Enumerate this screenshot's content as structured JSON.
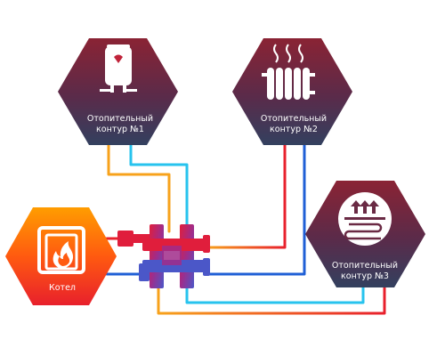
{
  "nodes": {
    "circuit_1": {
      "line1": "Отопительный",
      "line2": "контур  №1",
      "icon": "water-heater-icon"
    },
    "circuit_2": {
      "line1": "Отопительный",
      "line2": "контур  №2",
      "icon": "radiator-icon"
    },
    "circuit_3": {
      "line1": "Отопительный",
      "line2": "контур  №3",
      "icon": "floor-heating-icon"
    },
    "boiler": {
      "label": "Котел",
      "icon": "boiler-flame-icon"
    }
  },
  "colors": {
    "hex_top": "#7a2638",
    "hex_bottom": "#3a3a5e",
    "boiler_top": "#ff8a00",
    "boiler_bottom": "#e8202c",
    "pipe_hot": "#e8202c",
    "pipe_warm": "#f7a21b",
    "pipe_cold": "#1f5fd6",
    "pipe_cyan": "#27c3ee",
    "manifold_red": "#e01e3c",
    "manifold_blue": "#4b57c8"
  }
}
